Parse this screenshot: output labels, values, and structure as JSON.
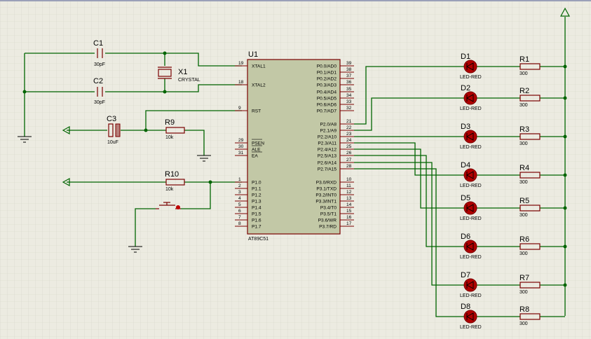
{
  "mcu": {
    "ref": "U1",
    "part": "AT89C51",
    "left_pins": [
      {
        "num": "19",
        "name": "XTAL1"
      },
      {
        "num": "18",
        "name": "XTAL2"
      },
      {
        "num": "9",
        "name": "RST"
      },
      {
        "num": "29",
        "name": "PSEN"
      },
      {
        "num": "30",
        "name": "ALE"
      },
      {
        "num": "31",
        "name": "EA"
      },
      {
        "num": "1",
        "name": "P1.0"
      },
      {
        "num": "2",
        "name": "P1.1"
      },
      {
        "num": "3",
        "name": "P1.2"
      },
      {
        "num": "4",
        "name": "P1.3"
      },
      {
        "num": "5",
        "name": "P1.4"
      },
      {
        "num": "6",
        "name": "P1.5"
      },
      {
        "num": "7",
        "name": "P1.6"
      },
      {
        "num": "8",
        "name": "P1.7"
      }
    ],
    "right_pins": [
      {
        "num": "39",
        "name": "P0.0/AD0"
      },
      {
        "num": "38",
        "name": "P0.1/AD1"
      },
      {
        "num": "37",
        "name": "P0.2/AD2"
      },
      {
        "num": "36",
        "name": "P0.3/AD3"
      },
      {
        "num": "35",
        "name": "P0.4/AD4"
      },
      {
        "num": "34",
        "name": "P0.5/AD5"
      },
      {
        "num": "33",
        "name": "P0.6/AD6"
      },
      {
        "num": "32",
        "name": "P0.7/AD7"
      },
      {
        "num": "21",
        "name": "P2.0/A8"
      },
      {
        "num": "22",
        "name": "P2.1/A9"
      },
      {
        "num": "23",
        "name": "P2.2/A10"
      },
      {
        "num": "24",
        "name": "P2.3/A11"
      },
      {
        "num": "25",
        "name": "P2.4/A12"
      },
      {
        "num": "26",
        "name": "P2.5/A13"
      },
      {
        "num": "27",
        "name": "P2.6/A14"
      },
      {
        "num": "28",
        "name": "P2.7/A15"
      },
      {
        "num": "10",
        "name": "P3.0/RXD"
      },
      {
        "num": "11",
        "name": "P3.1/TXD"
      },
      {
        "num": "12",
        "name": "P3.2/INT0"
      },
      {
        "num": "13",
        "name": "P3.3/INT1"
      },
      {
        "num": "14",
        "name": "P3.4/T0"
      },
      {
        "num": "15",
        "name": "P3.5/T1"
      },
      {
        "num": "16",
        "name": "P3.6/WR"
      },
      {
        "num": "17",
        "name": "P3.7/RD"
      }
    ]
  },
  "caps": {
    "c1": {
      "ref": "C1",
      "value": "30pF"
    },
    "c2": {
      "ref": "C2",
      "value": "30pF"
    },
    "c3": {
      "ref": "C3",
      "value": "10uF"
    }
  },
  "crystal": {
    "ref": "X1",
    "value": "CRYSTAL"
  },
  "r9": {
    "ref": "R9",
    "value": "10k"
  },
  "r10": {
    "ref": "R10",
    "value": "10k"
  },
  "leds": [
    {
      "led": "D1",
      "led_value": "LED-RED",
      "res": "R1",
      "res_value": "300"
    },
    {
      "led": "D2",
      "led_value": "LED-RED",
      "res": "R2",
      "res_value": "300"
    },
    {
      "led": "D3",
      "led_value": "LED-RED",
      "res": "R3",
      "res_value": "300"
    },
    {
      "led": "D4",
      "led_value": "LED-RED",
      "res": "R4",
      "res_value": "300"
    },
    {
      "led": "D5",
      "led_value": "LED-RED",
      "res": "R5",
      "res_value": "300"
    },
    {
      "led": "D6",
      "led_value": "LED-RED",
      "res": "R6",
      "res_value": "300"
    },
    {
      "led": "D7",
      "led_value": "LED-RED",
      "res": "R7",
      "res_value": "300"
    },
    {
      "led": "D8",
      "led_value": "LED-RED",
      "res": "R8",
      "res_value": "300"
    }
  ],
  "colors": {
    "background": "#ecebe1",
    "grid": "#d6d5c8",
    "wire": "#006400",
    "component": "#7a0000",
    "chip_fill": "#c2c8a6",
    "led_fill": "#b00000"
  }
}
